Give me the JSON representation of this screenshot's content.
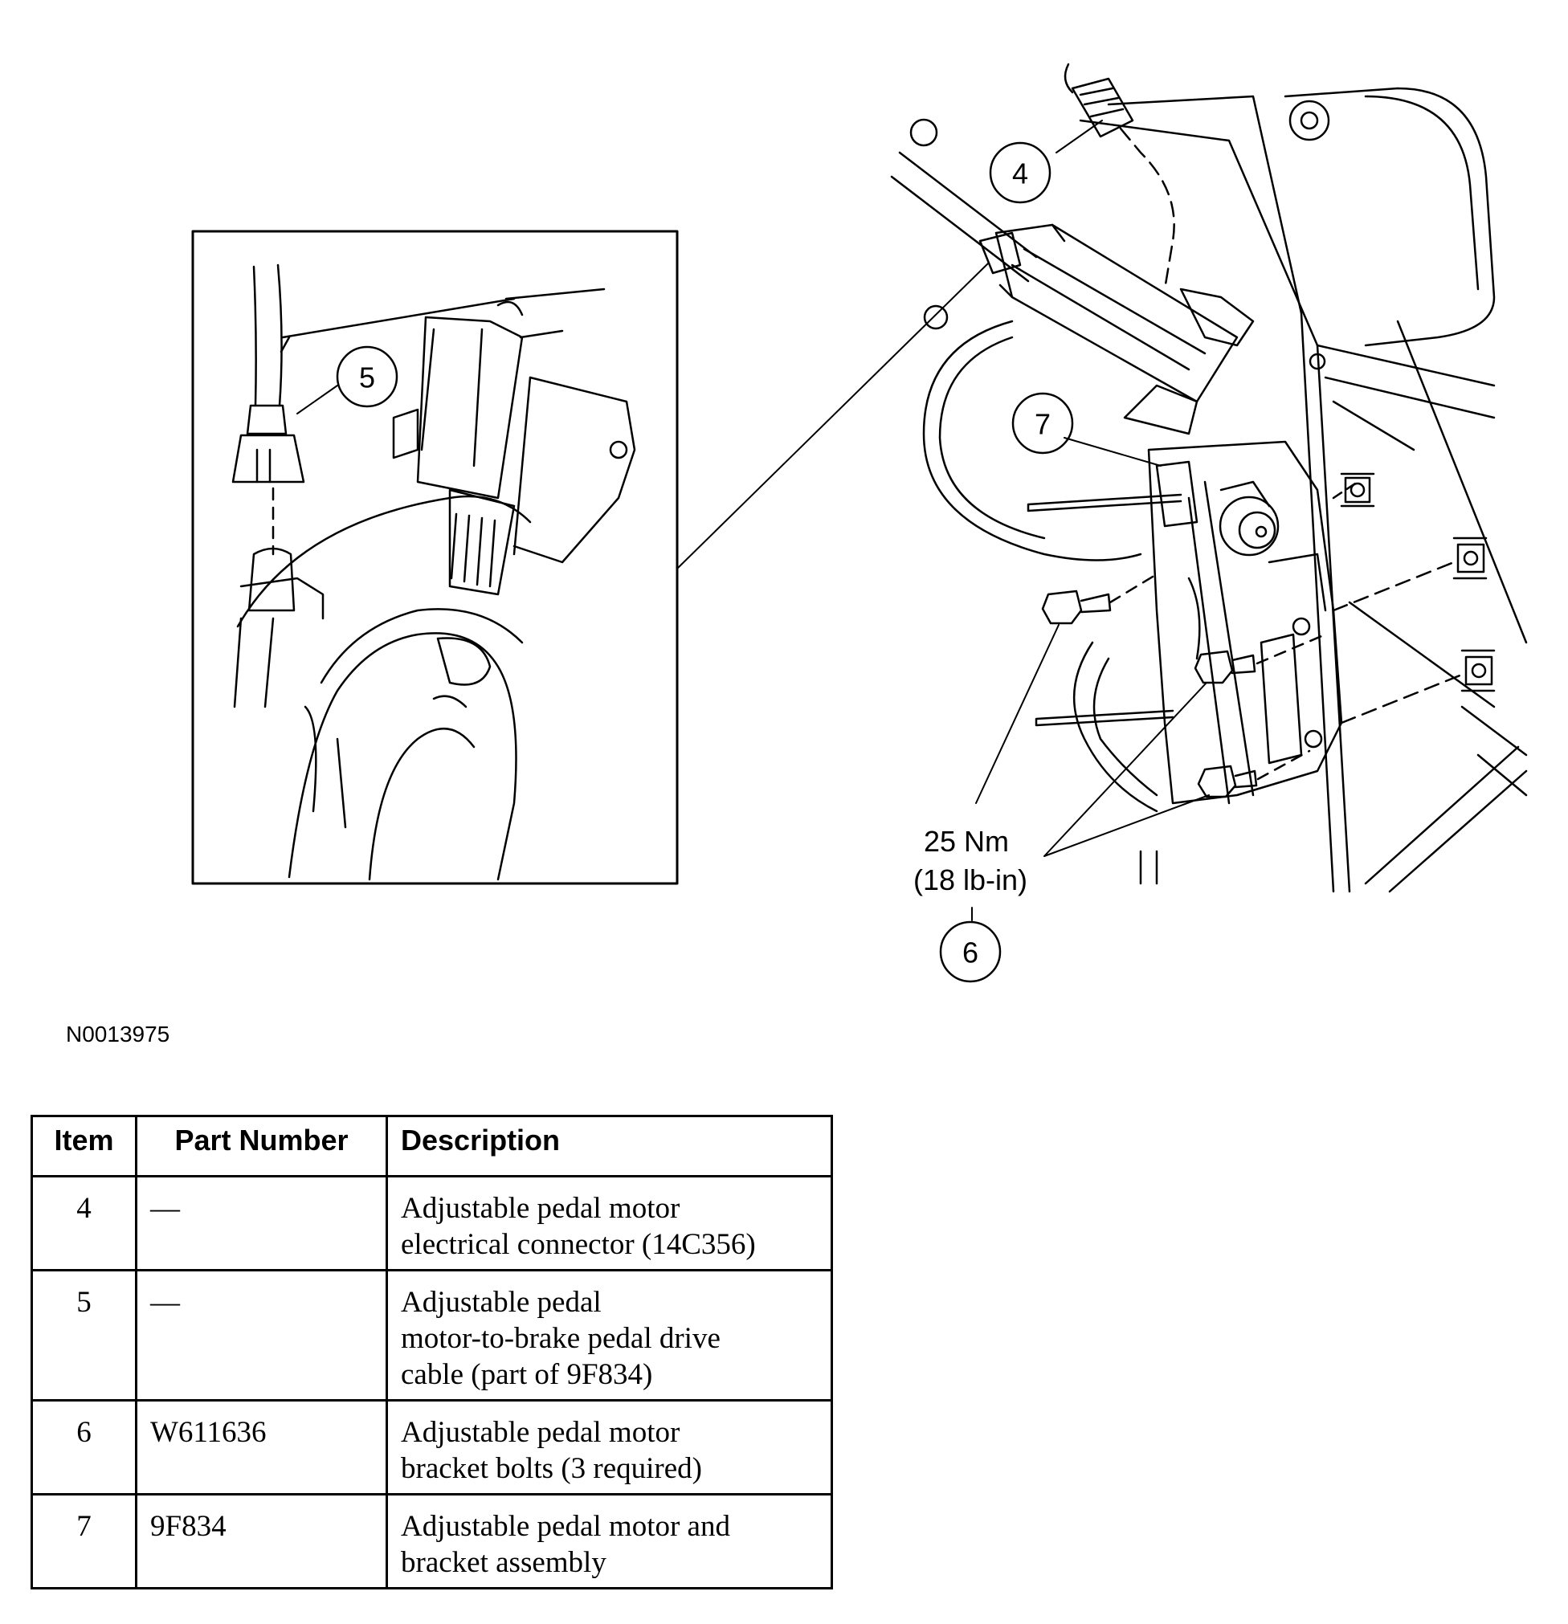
{
  "figure": {
    "id": "N0013975",
    "torque": {
      "line1": "25 Nm",
      "line2": "(18 lb-in)"
    },
    "callouts": [
      "4",
      "5",
      "6",
      "7"
    ]
  },
  "table": {
    "headers": {
      "item": "Item",
      "part_number": "Part Number",
      "description": "Description"
    },
    "rows": [
      {
        "item": "4",
        "part_number": "—",
        "description": [
          "Adjustable pedal motor",
          "electrical connector (14C356)"
        ]
      },
      {
        "item": "5",
        "part_number": "—",
        "description": [
          "Adjustable pedal",
          "motor-to-brake pedal drive",
          "cable (part of 9F834)"
        ]
      },
      {
        "item": "6",
        "part_number": "W611636",
        "description": [
          "Adjustable pedal motor",
          "bracket bolts (3 required)"
        ]
      },
      {
        "item": "7",
        "part_number": "9F834",
        "description": [
          "Adjustable pedal motor and",
          "bracket assembly"
        ]
      }
    ]
  }
}
